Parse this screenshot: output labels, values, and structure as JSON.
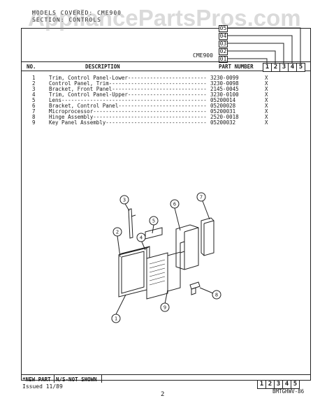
{
  "watermark": "AppliancePartsPros.com",
  "header": {
    "line1": "MODELS COVERED: CME900",
    "line2": "SECTION: CONTROLS"
  },
  "model_label": "CME900",
  "model_columns": [
    "05",
    "04",
    "03",
    "02",
    "01"
  ],
  "table": {
    "col_no": "NO.",
    "col_desc": "DESCRIPTION",
    "col_part": "PART NUMBER",
    "col_nums": [
      "1",
      "2",
      "3",
      "4",
      "5"
    ],
    "rows": [
      {
        "no": "1",
        "desc": "Trim, Control Panel-Lower-------------------------",
        "pn": "3230-0099",
        "x": "X"
      },
      {
        "no": "2",
        "desc": "Control Panel, Trim-------------------------------",
        "pn": "3230-0098",
        "x": "X"
      },
      {
        "no": "3",
        "desc": "Bracket, Front Panel------------------------------",
        "pn": "2145-0045",
        "x": "X"
      },
      {
        "no": "4",
        "desc": "Trim, Control Panel-Upper-------------------------",
        "pn": "3230-0100",
        "x": "X"
      },
      {
        "no": "5",
        "desc": "Lens----------------------------------------------",
        "pn": "05200014",
        "x": "X"
      },
      {
        "no": "6",
        "desc": "Bracket, Control Panel----------------------------",
        "pn": "05200028",
        "x": "X"
      },
      {
        "no": "7",
        "desc": "Microprocessor------------------------------------",
        "pn": "05200031",
        "x": "X"
      },
      {
        "no": "8",
        "desc": "Hinge Assembly------------------------------------",
        "pn": "2520-0018",
        "x": "X"
      },
      {
        "no": "9",
        "desc": "Key Panel Assembly--------------------------------",
        "pn": "05200032",
        "x": "X"
      }
    ]
  },
  "callouts": [
    "1",
    "2",
    "3",
    "4",
    "5",
    "6",
    "7",
    "8",
    "9"
  ],
  "footer": {
    "new_part": "*NEW PART",
    "not_shown": "N/S-NOT SHOWN",
    "issued": "Issued 11/89",
    "page": "2",
    "code": "BMTGHWV-86",
    "nums": [
      "1",
      "2",
      "3",
      "4",
      "5"
    ]
  }
}
